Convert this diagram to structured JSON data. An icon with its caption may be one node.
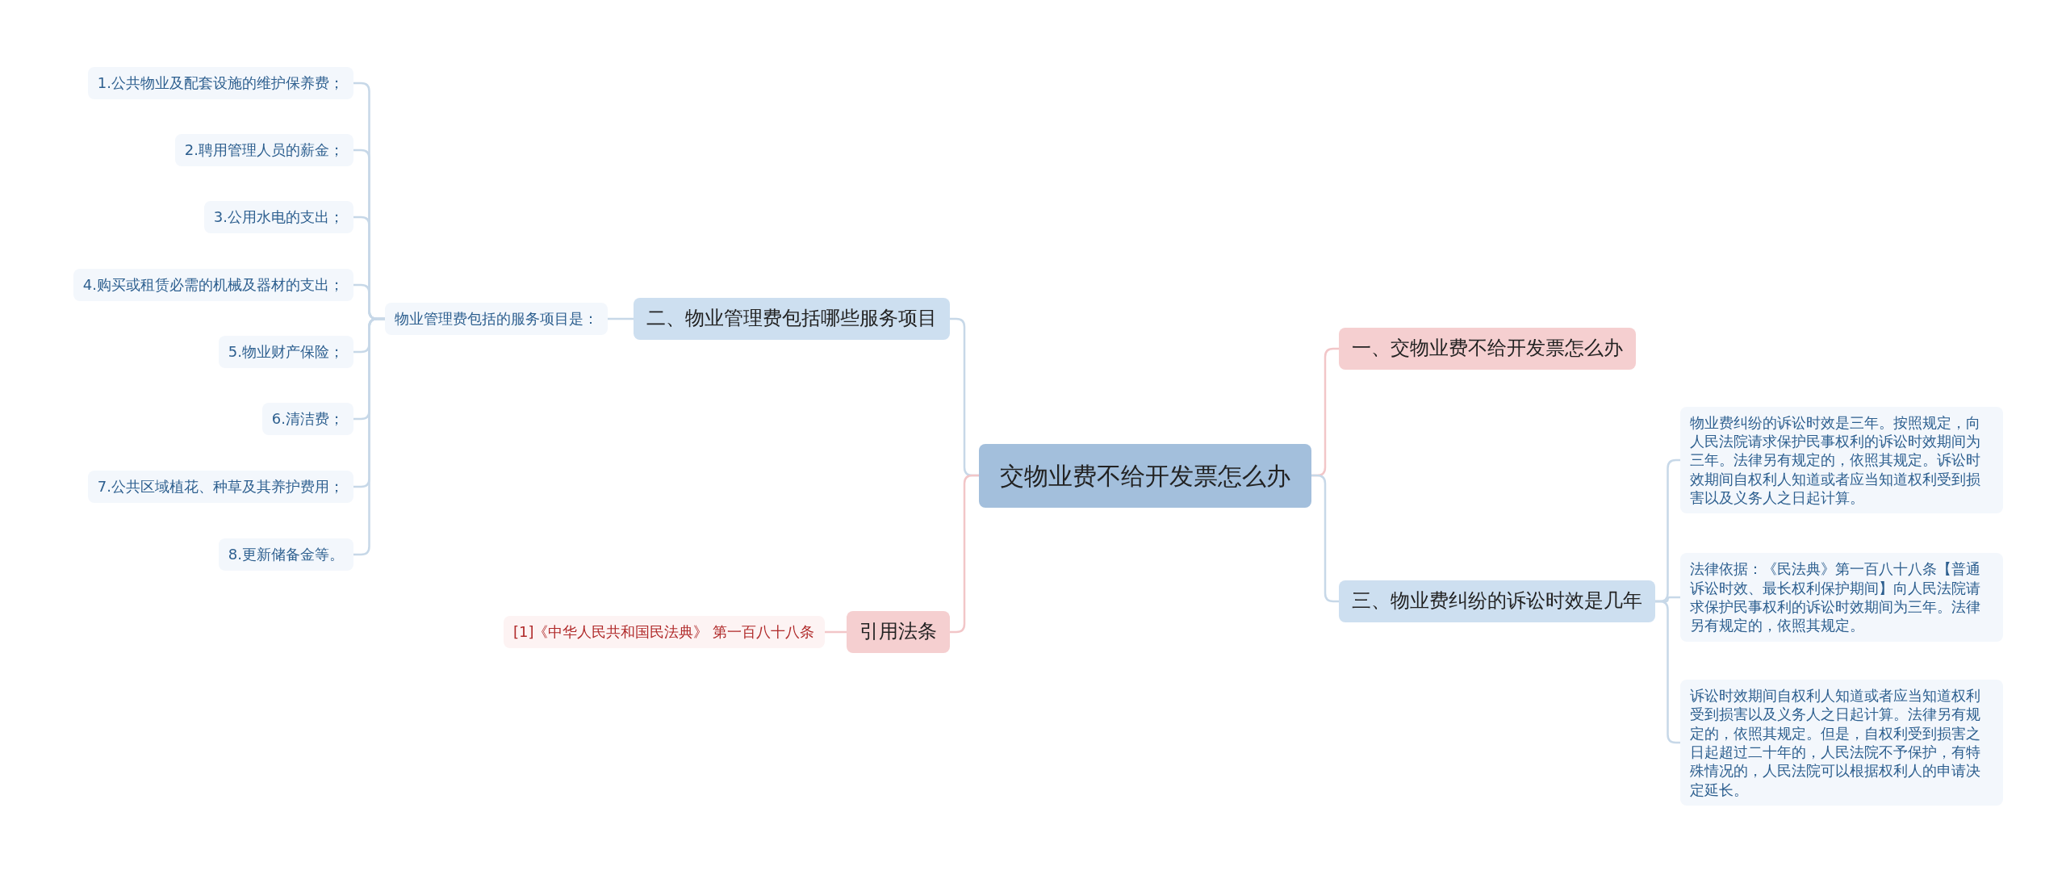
{
  "diagram": {
    "nodes": [
      {
        "text": [
          "交物业费不给开发票怎么办"
        ]
      },
      {
        "text": [
          "二、物业管理费包括哪些服务项目"
        ]
      },
      {
        "text": [
          "物业管理费包括的服务项目是："
        ]
      },
      {
        "text": [
          "1.公共物业及配套设施的维护保养费；"
        ]
      },
      {
        "text": [
          "2.聘用管理人员的薪金；"
        ]
      },
      {
        "text": [
          "3.公用水电的支出；"
        ]
      },
      {
        "text": [
          "4.购买或租赁必需的机械及器材的支出；"
        ]
      },
      {
        "text": [
          "5.物业财产保险；"
        ]
      },
      {
        "text": [
          "6.清洁费；"
        ]
      },
      {
        "text": [
          "7.公共区域植花、种草及其养护费用；"
        ]
      },
      {
        "text": [
          "8.更新储备金等。"
        ]
      },
      {
        "text": [
          "引用法条"
        ]
      },
      {
        "text": [
          "[1]《中华人民共和国民法典》 第一百八十八条"
        ]
      },
      {
        "text": [
          "一、交物业费不给开发票怎么办"
        ]
      },
      {
        "text": [
          "三、物业费纠纷的诉讼时效是几年"
        ]
      },
      {
        "text": [
          "物业费纠纷的诉讼时效是三年。按照规定，向人民法院请求保护民事权利的诉讼时效期间为三年。法律另有规定的，依照其规定。诉讼时效期间自权利人知道或者应当知道权利受到损害以及义务人之日起计算。"
        ]
      },
      {
        "text": [
          "法律依据：《民法典》第一百八十八条【普通诉讼时效、最长权利保护期间】向人民法院请求保护民事权利的诉讼时效期间为三年。法律另有规定的，依照其规定。"
        ]
      },
      {
        "text": [
          "诉讼时效期间自权利人知道或者应当知道权利受到损害以及义务人之日起计算。法律另有规定的，依照其规定。但是，自权利受到损害之日起超过二十年的，人民法院不予保护，有特殊情况的，人民法院可以根据权利人的申请决定延长。"
        ]
      }
    ],
    "edges": [
      {
        "from": 0,
        "to": 1,
        "arrow": "none"
      },
      {
        "from": 1,
        "to": 2,
        "arrow": "none"
      },
      {
        "from": 2,
        "to": 3,
        "arrow": "none"
      },
      {
        "from": 2,
        "to": 4,
        "arrow": "none"
      },
      {
        "from": 2,
        "to": 5,
        "arrow": "none"
      },
      {
        "from": 2,
        "to": 6,
        "arrow": "none"
      },
      {
        "from": 2,
        "to": 7,
        "arrow": "none"
      },
      {
        "from": 2,
        "to": 8,
        "arrow": "none"
      },
      {
        "from": 2,
        "to": 9,
        "arrow": "none"
      },
      {
        "from": 2,
        "to": 10,
        "arrow": "none"
      },
      {
        "from": 0,
        "to": 11,
        "arrow": "none",
        "color": "#f2c6c8"
      },
      {
        "from": 11,
        "to": 12,
        "arrow": "none",
        "color": "#f2c6c8"
      },
      {
        "from": 0,
        "to": 13,
        "arrow": "none",
        "color": "#f2c6c8"
      },
      {
        "from": 0,
        "to": 14,
        "arrow": "none"
      },
      {
        "from": 14,
        "to": 15,
        "arrow": "none"
      },
      {
        "from": 14,
        "to": 16,
        "arrow": "none"
      },
      {
        "from": 14,
        "to": 17,
        "arrow": "none"
      }
    ]
  }
}
